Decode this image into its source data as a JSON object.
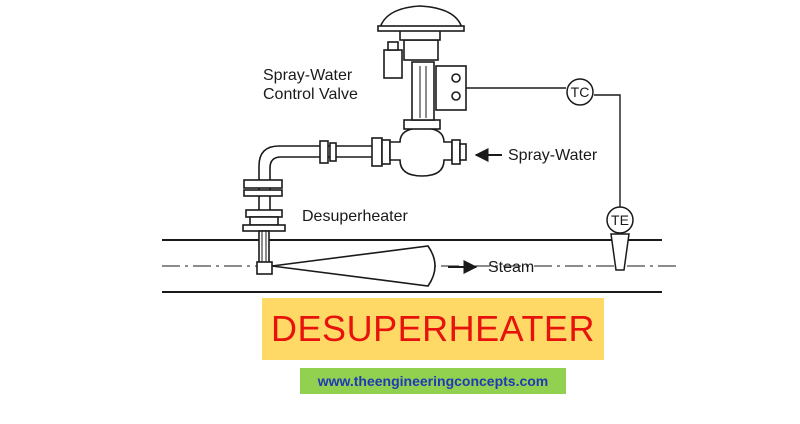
{
  "labels": {
    "control_valve_line1": "Spray-Water",
    "control_valve_line2": "Control Valve",
    "spray_water": "Spray-Water",
    "desuperheater": "Desuperheater",
    "steam": "Steam",
    "tc": "TC",
    "te": "TE"
  },
  "title": "DESUPERHEATER",
  "website": "www.theengineeringconcepts.com",
  "colors": {
    "title_background": "#ffd966",
    "title_text": "#e8120c",
    "url_background": "#92d050",
    "url_text": "#1f3ab5",
    "line": "#1a1a1a"
  }
}
